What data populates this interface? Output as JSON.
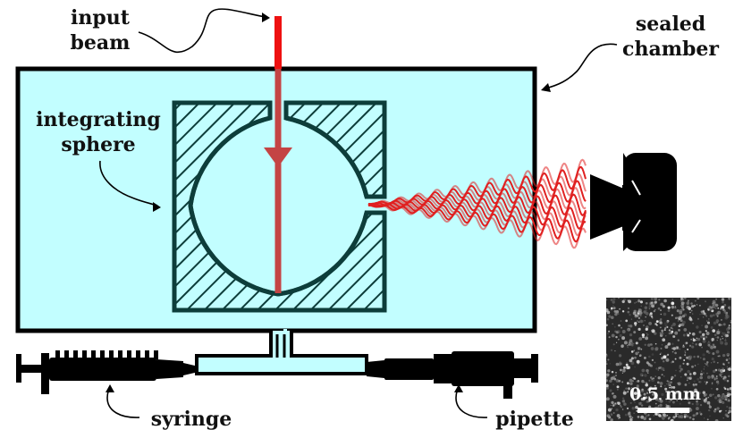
{
  "labels": {
    "input_beam_line1": "input",
    "input_beam_line2": "beam",
    "sealed_chamber_line1": "sealed",
    "sealed_chamber_line2": "chamber",
    "integrating_sphere_line1": "integrating",
    "integrating_sphere_line2": "sphere",
    "syringe": "syringe",
    "pipette": "pipette",
    "scale_bar": "0.5 mm"
  },
  "icons": {
    "camera": "camera-icon",
    "syringe": "syringe-icon",
    "pipette": "pipette-icon"
  },
  "colors": {
    "chamber_fill": "#c2feff",
    "outline": "#000000",
    "sphere_stroke": "#0d3d3a",
    "beam_outside": "#ee1111",
    "beam_inside": "#c44444",
    "scattered_light": "#e02020",
    "micrograph_bg": "#2a2a2a"
  }
}
